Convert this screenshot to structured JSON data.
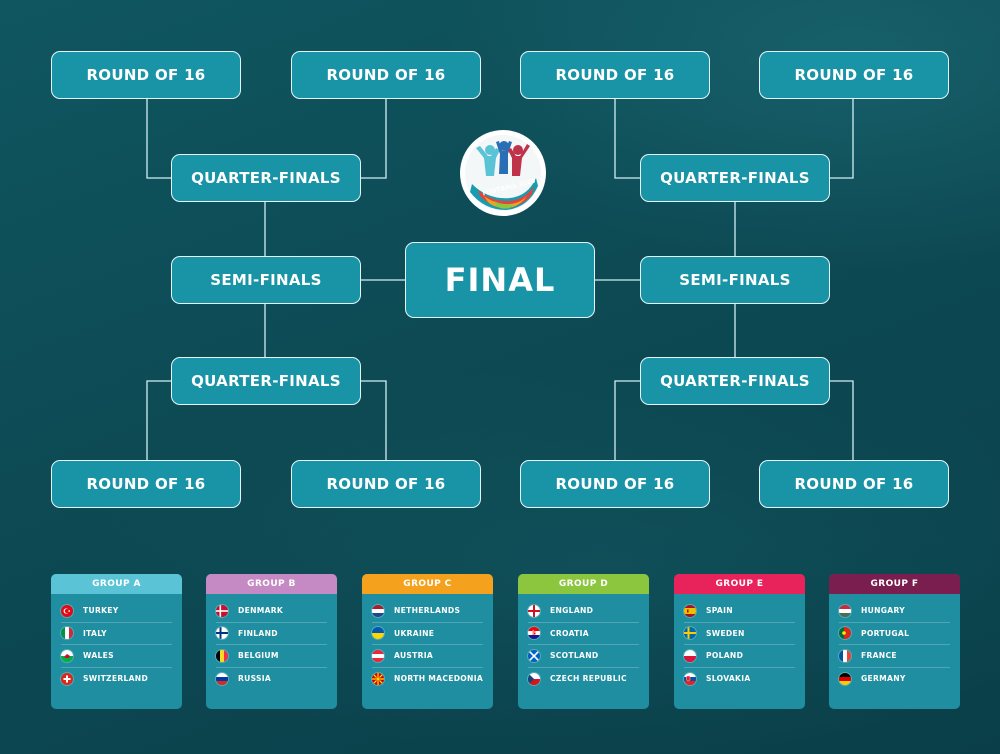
{
  "colors": {
    "box_fill": "#1993a6",
    "box_border": "#e6f6f8",
    "connector": "#cfeff3",
    "card_fill": "#1f8ea0"
  },
  "bracket": {
    "left_top": {
      "r16_a": "ROUND OF 16",
      "r16_b": "ROUND OF 16",
      "qf": "QUARTER-FINALS"
    },
    "left_sf": "SEMI-FINALS",
    "left_bottom": {
      "qf": "QUARTER-FINALS",
      "r16_a": "ROUND OF 16",
      "r16_b": "ROUND OF 16"
    },
    "final": "FINAL",
    "right_top": {
      "r16_a": "ROUND OF 16",
      "r16_b": "ROUND OF 16",
      "qf": "QUARTER-FINALS"
    },
    "right_sf": "SEMI-FINALS",
    "right_bottom": {
      "qf": "QUARTER-FINALS",
      "r16_a": "ROUND OF 16",
      "r16_b": "ROUND OF 16"
    }
  },
  "logo": {
    "text": "FOOTBALL 2020",
    "icon": "celebrating-figures-logo-icon"
  },
  "groups": [
    {
      "name": "GROUP A",
      "color": "#5bc3d6",
      "teams": [
        {
          "name": "TURKEY",
          "flag": "turkey"
        },
        {
          "name": "ITALY",
          "flag": "italy"
        },
        {
          "name": "WALES",
          "flag": "wales"
        },
        {
          "name": "SWITZERLAND",
          "flag": "switzerland"
        }
      ]
    },
    {
      "name": "GROUP B",
      "color": "#c58ac4",
      "teams": [
        {
          "name": "DENMARK",
          "flag": "denmark"
        },
        {
          "name": "FINLAND",
          "flag": "finland"
        },
        {
          "name": "BELGIUM",
          "flag": "belgium"
        },
        {
          "name": "RUSSIA",
          "flag": "russia"
        }
      ]
    },
    {
      "name": "GROUP C",
      "color": "#f4a21e",
      "teams": [
        {
          "name": "NETHERLANDS",
          "flag": "netherlands"
        },
        {
          "name": "UKRAINE",
          "flag": "ukraine"
        },
        {
          "name": "AUSTRIA",
          "flag": "austria"
        },
        {
          "name": "NORTH MACEDONIA",
          "flag": "north-macedonia"
        }
      ]
    },
    {
      "name": "GROUP D",
      "color": "#8cc63f",
      "teams": [
        {
          "name": "ENGLAND",
          "flag": "england"
        },
        {
          "name": "CROATIA",
          "flag": "croatia"
        },
        {
          "name": "SCOTLAND",
          "flag": "scotland"
        },
        {
          "name": "CZECH REPUBLIC",
          "flag": "czech-republic"
        }
      ]
    },
    {
      "name": "GROUP E",
      "color": "#e8225a",
      "teams": [
        {
          "name": "SPAIN",
          "flag": "spain"
        },
        {
          "name": "SWEDEN",
          "flag": "sweden"
        },
        {
          "name": "POLAND",
          "flag": "poland"
        },
        {
          "name": "SLOVAKIA",
          "flag": "slovakia"
        }
      ]
    },
    {
      "name": "GROUP F",
      "color": "#7a1e4f",
      "teams": [
        {
          "name": "HUNGARY",
          "flag": "hungary"
        },
        {
          "name": "PORTUGAL",
          "flag": "portugal"
        },
        {
          "name": "FRANCE",
          "flag": "france"
        },
        {
          "name": "GERMANY",
          "flag": "germany"
        }
      ]
    }
  ]
}
